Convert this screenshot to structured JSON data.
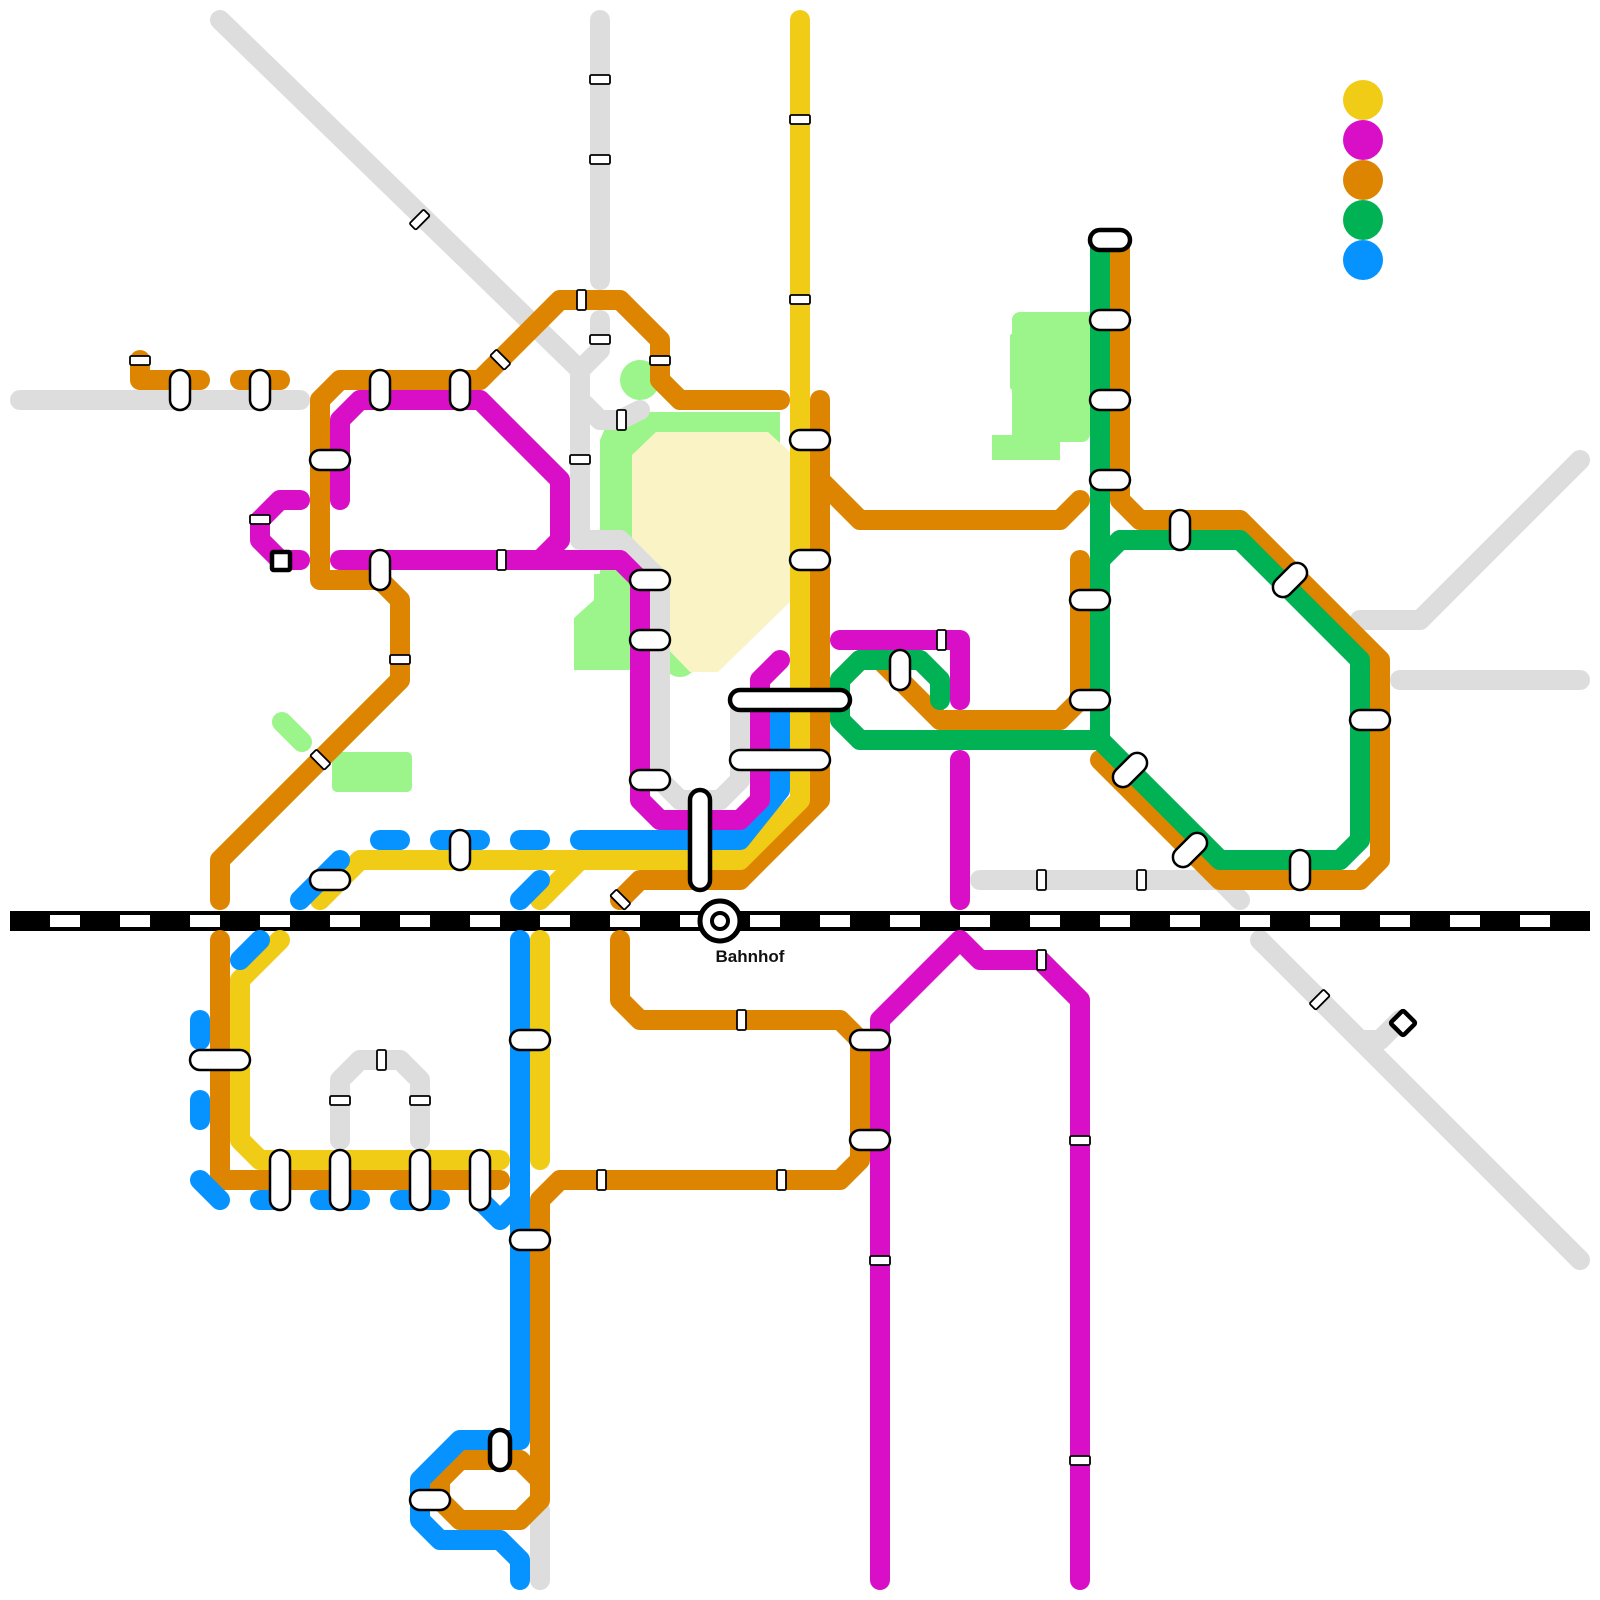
{
  "map": {
    "main_station_label": "Bahnhof",
    "legend": [
      {
        "line": "yellow",
        "color": "#f0cc16"
      },
      {
        "line": "magenta",
        "color": "#d90fc8"
      },
      {
        "line": "orange",
        "color": "#dd8500"
      },
      {
        "line": "green",
        "color": "#00b253"
      },
      {
        "line": "blue",
        "color": "#0693ff"
      }
    ],
    "colors": {
      "yellow": "#f0cc16",
      "magenta": "#d90fc8",
      "orange": "#dd8500",
      "green": "#00b253",
      "blue": "#0693ff",
      "gray_lines": "#dddddd",
      "park": "#9bf58a",
      "city_center": "#faf3c5",
      "railway": "#000000"
    }
  }
}
